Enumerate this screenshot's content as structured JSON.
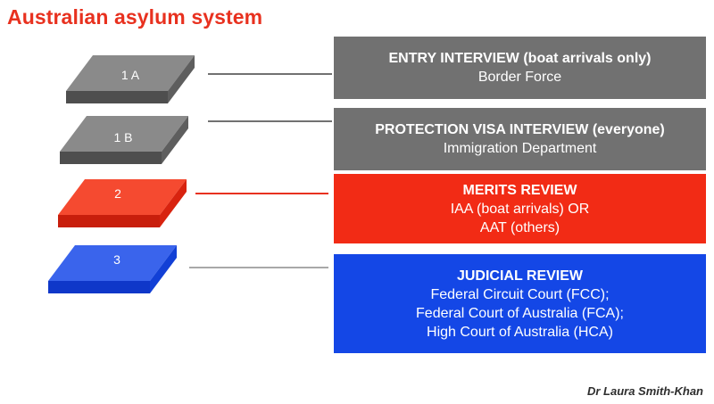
{
  "title": "Australian asylum system",
  "steps": [
    {
      "label": "1 A",
      "color": "#6d6d6d",
      "head": "ENTRY INTERVIEW (boat arrivals only)",
      "lines": [
        "Border Force"
      ]
    },
    {
      "label": "1 B",
      "color": "#6d6d6d",
      "head": "PROTECTION VISA INTERVIEW (everyone)",
      "lines": [
        "Immigration Department"
      ]
    },
    {
      "label": "2",
      "color": "#f22b15",
      "head": "MERITS REVIEW",
      "lines": [
        "IAA (boat arrivals) OR",
        "AAT (others)"
      ]
    },
    {
      "label": "3",
      "color": "#1447e6",
      "head": "JUDICIAL REVIEW",
      "lines": [
        "Federal Circuit Court (FCC);",
        "Federal Court of Australia (FCA);",
        "High Court of Australia (HCA)"
      ]
    }
  ],
  "author": "Dr Laura Smith-Khan"
}
